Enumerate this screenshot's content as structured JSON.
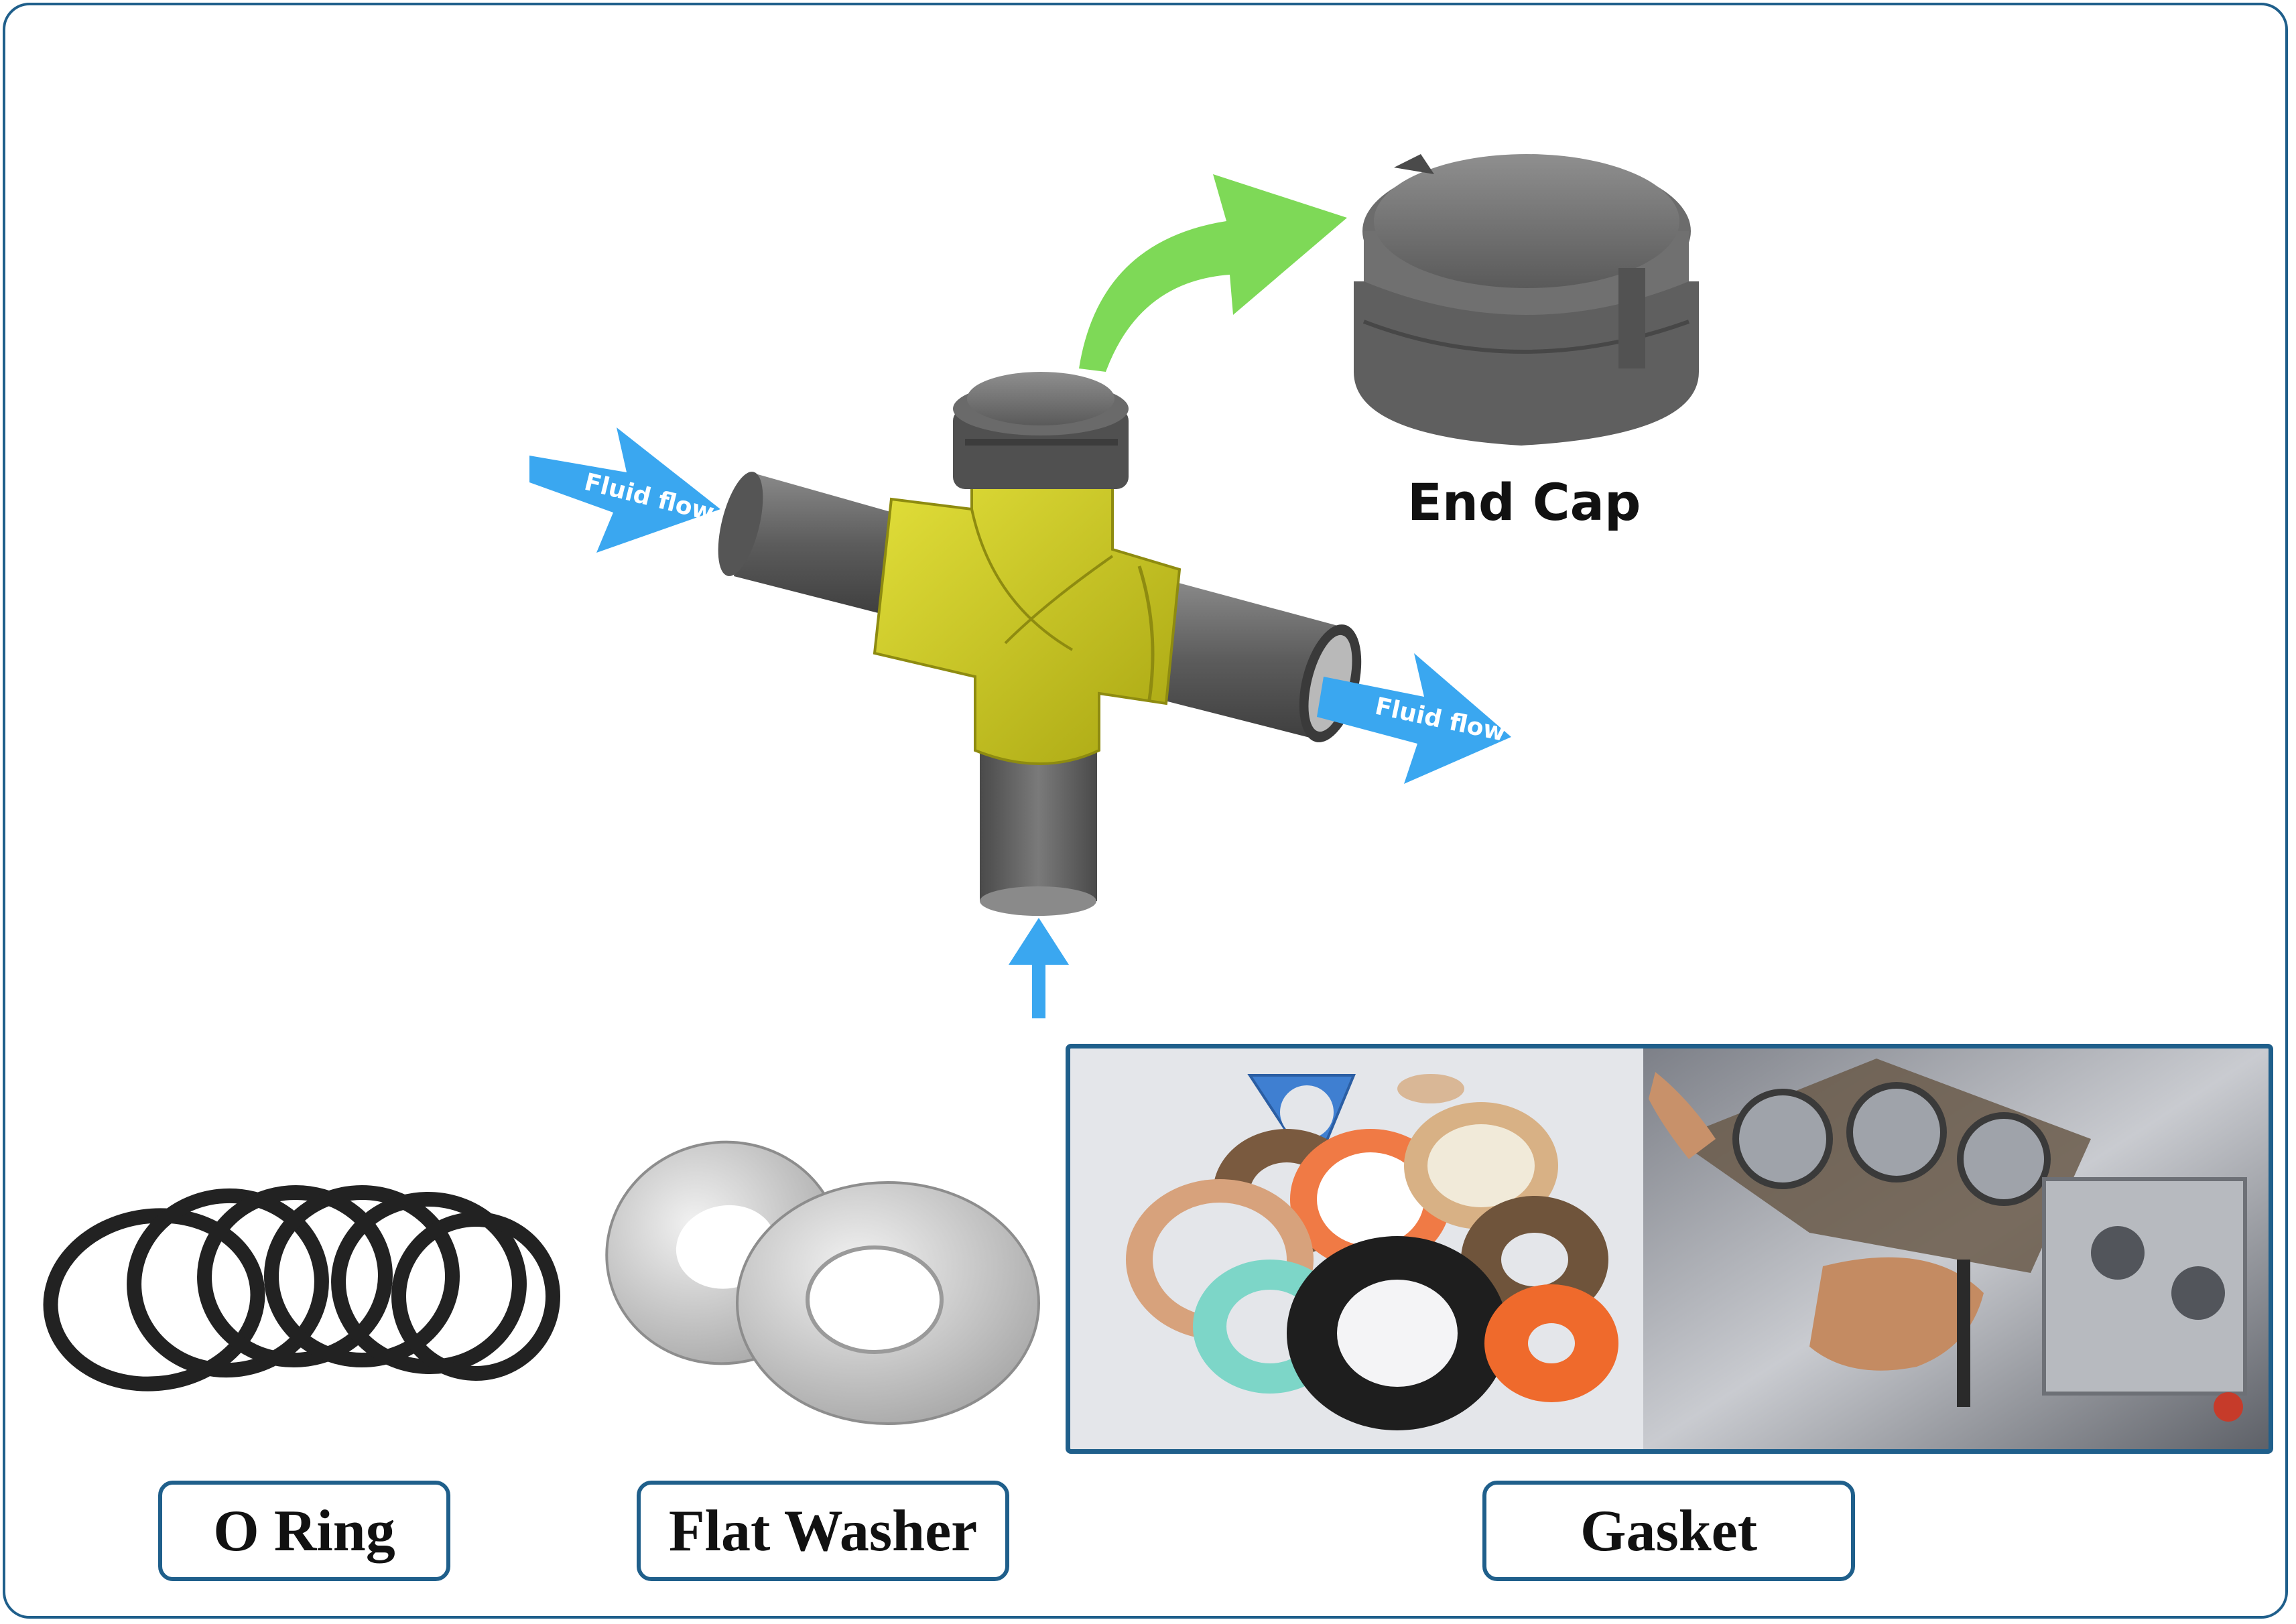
{
  "diagram": {
    "components": {
      "end_cap": "End Cap",
      "o_ring": "O Ring",
      "flat_washer": "Flat Washer",
      "gasket": "Gasket"
    },
    "flow_labels": {
      "inlet": "Fluid flow",
      "outlet": "Fluid flow"
    },
    "colors": {
      "frame": "#1f5f8b",
      "flow_arrow": "#3aa7f0",
      "cap_arrow": "#7ed957",
      "fitting": "#c9c61a",
      "pipe": "#6b6b6b"
    }
  }
}
